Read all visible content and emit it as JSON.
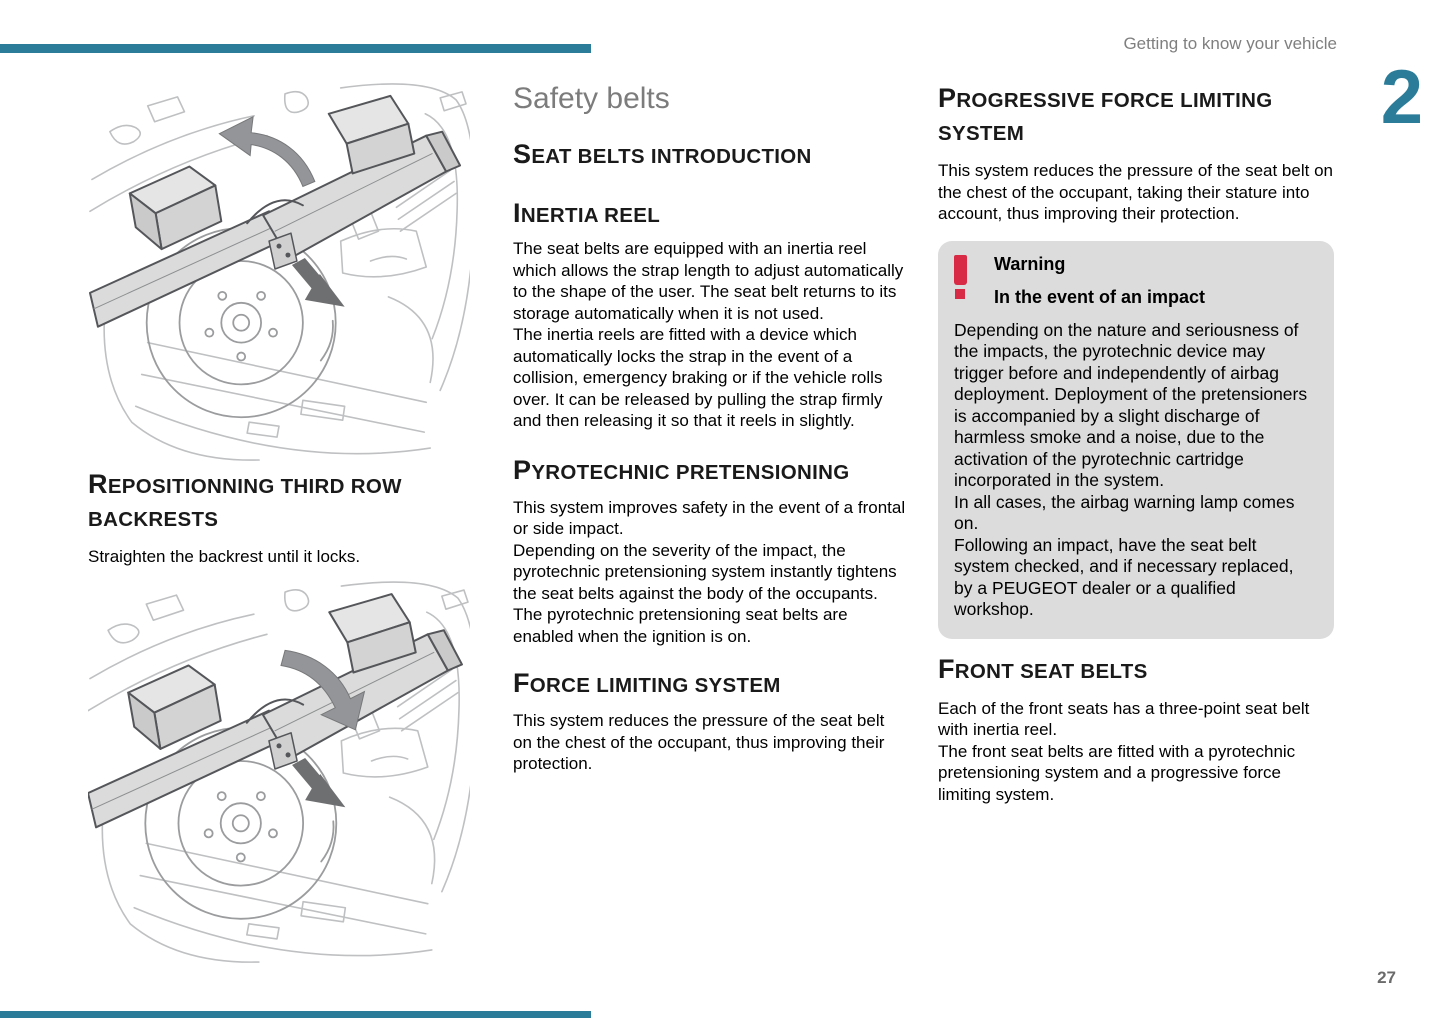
{
  "header": {
    "breadcrumb": "Getting to know your vehicle",
    "chapter_number": "2",
    "accent_color": "#2b7c99"
  },
  "page": {
    "title": "Safety belts",
    "number": "27"
  },
  "left": {
    "heading": "Repositionning third row backrests",
    "instruction": "Straighten the backrest until it locks."
  },
  "middle": {
    "intro_heading": "Seat belts introduction",
    "inertia": {
      "heading": "Inertia reel",
      "p1": "The seat belts are equipped with an inertia reel which allows the strap length to adjust automatically to the shape of the user. The seat belt returns to its storage automatically when it is not used.",
      "p2": "The inertia reels are fitted with a device which automatically locks the strap in the event of a collision, emergency braking or if the vehicle rolls over. It can be released by pulling the strap firmly and then releasing it so that it reels in slightly."
    },
    "pyro": {
      "heading": "Pyrotechnic pretensioning",
      "p1": "This system improves safety in the event of a frontal or side impact.",
      "p2": "Depending on the severity of the impact, the pyrotechnic pretensioning system instantly tightens the seat belts against the body of the occupants.",
      "p3": "The pyrotechnic pretensioning seat belts are enabled when the ignition is on."
    },
    "force": {
      "heading": "Force limiting system",
      "p1": "This system reduces the pressure of the seat belt on the chest of the occupant, thus improving their protection."
    }
  },
  "right": {
    "progressive": {
      "heading": "Progressive force limiting system",
      "p1": "This system reduces the pressure of the seat belt on the chest of the occupant, taking their stature into account, thus improving their protection."
    },
    "warning": {
      "icon": "exclamation-icon",
      "icon_color": "#d92a45",
      "bg_color": "#dcdcdc",
      "title": "Warning",
      "subtitle": "In the event of an impact",
      "p1": "Depending on the nature and seriousness of the impacts, the pyrotechnic device may trigger before and independently of airbag deployment. Deployment of the pretensioners is accompanied by a slight discharge of harmless smoke and a noise, due to the activation of the pyrotechnic cartridge incorporated in the system.",
      "p2": "In all cases, the airbag warning lamp comes on.",
      "p3": "Following an impact, have the seat belt system checked, and if necessary replaced, by a PEUGEOT dealer or a qualified workshop."
    },
    "front": {
      "heading": "Front seat belts",
      "p1": "Each of the front seats has a three-point seat belt with inertia reel.",
      "p2": "The front seat belts are fitted with a pyrotechnic pretensioning system and a progressive force limiting system."
    }
  }
}
